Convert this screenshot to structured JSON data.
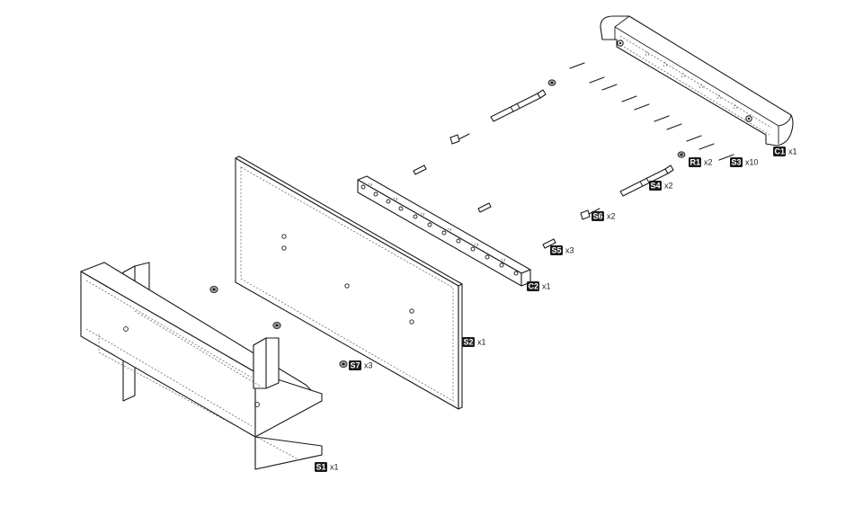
{
  "parts": [
    {
      "id": "c1",
      "code": "C1",
      "qty": "x1"
    },
    {
      "id": "r1",
      "code": "R1",
      "qty": "x2"
    },
    {
      "id": "s3",
      "code": "S3",
      "qty": "x10"
    },
    {
      "id": "s4",
      "code": "S4",
      "qty": "x2"
    },
    {
      "id": "s6",
      "code": "S6",
      "qty": "x2"
    },
    {
      "id": "s5",
      "code": "S5",
      "qty": "x3"
    },
    {
      "id": "c2",
      "code": "C2",
      "qty": "x1"
    },
    {
      "id": "s2",
      "code": "S2",
      "qty": "x1"
    },
    {
      "id": "s7",
      "code": "S7",
      "qty": "x3"
    },
    {
      "id": "s1",
      "code": "S1",
      "qty": "x1"
    }
  ]
}
